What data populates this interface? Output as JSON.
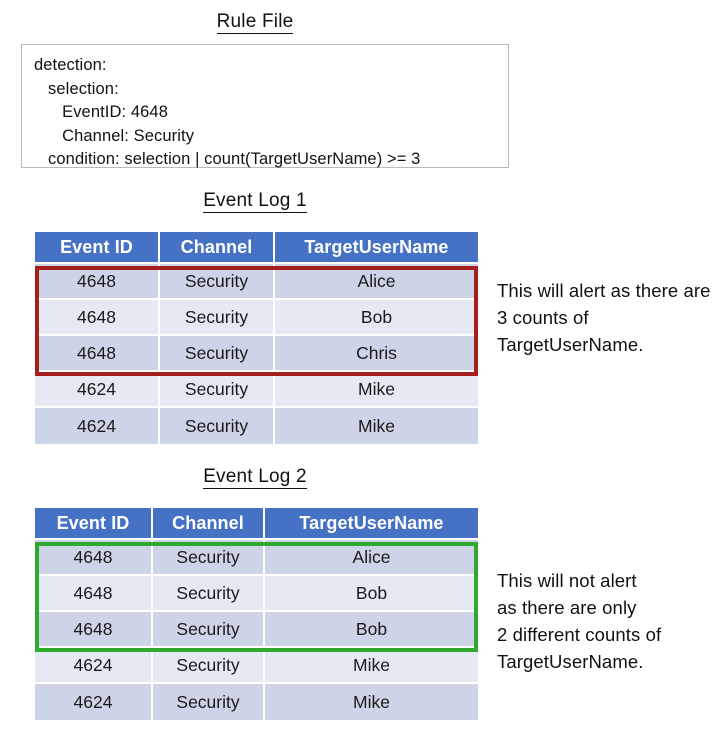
{
  "rule_file": {
    "title": "Rule File",
    "code": "detection:\n   selection:\n      EventID: 4648\n      Channel: Security\n   condition: selection | count(TargetUserName) >= 3"
  },
  "event_log_1": {
    "title": "Event Log 1",
    "columns": [
      "Event ID",
      "Channel",
      "TargetUserName"
    ],
    "rows": [
      [
        "4648",
        "Security",
        "Alice"
      ],
      [
        "4648",
        "Security",
        "Bob"
      ],
      [
        "4648",
        "Security",
        "Chris"
      ],
      [
        "4624",
        "Security",
        "Mike"
      ],
      [
        "4624",
        "Security",
        "Mike"
      ]
    ],
    "highlight": {
      "color": "#a5201c",
      "rows": [
        0,
        1,
        2
      ]
    },
    "annotation": "This will alert as there are 3 counts of TargetUserName."
  },
  "event_log_2": {
    "title": "Event Log 2",
    "columns": [
      "Event ID",
      "Channel",
      "TargetUserName"
    ],
    "rows": [
      [
        "4648",
        "Security",
        "Alice"
      ],
      [
        "4648",
        "Security",
        "Bob"
      ],
      [
        "4648",
        "Security",
        "Bob"
      ],
      [
        "4624",
        "Security",
        "Mike"
      ],
      [
        "4624",
        "Security",
        "Mike"
      ]
    ],
    "highlight": {
      "color": "#2faa2f",
      "rows": [
        0,
        1,
        2
      ]
    },
    "annotation": "This will not alert\nas there are only\n2 different counts of\nTargetUserName."
  },
  "colors": {
    "header_blue": "#4572C4",
    "row_dark": "#ced4e7",
    "row_light": "#e5e9f4",
    "alert_red": "#a5201c",
    "no_alert_green": "#2faa2f",
    "box_border": "#b9b9b9"
  }
}
